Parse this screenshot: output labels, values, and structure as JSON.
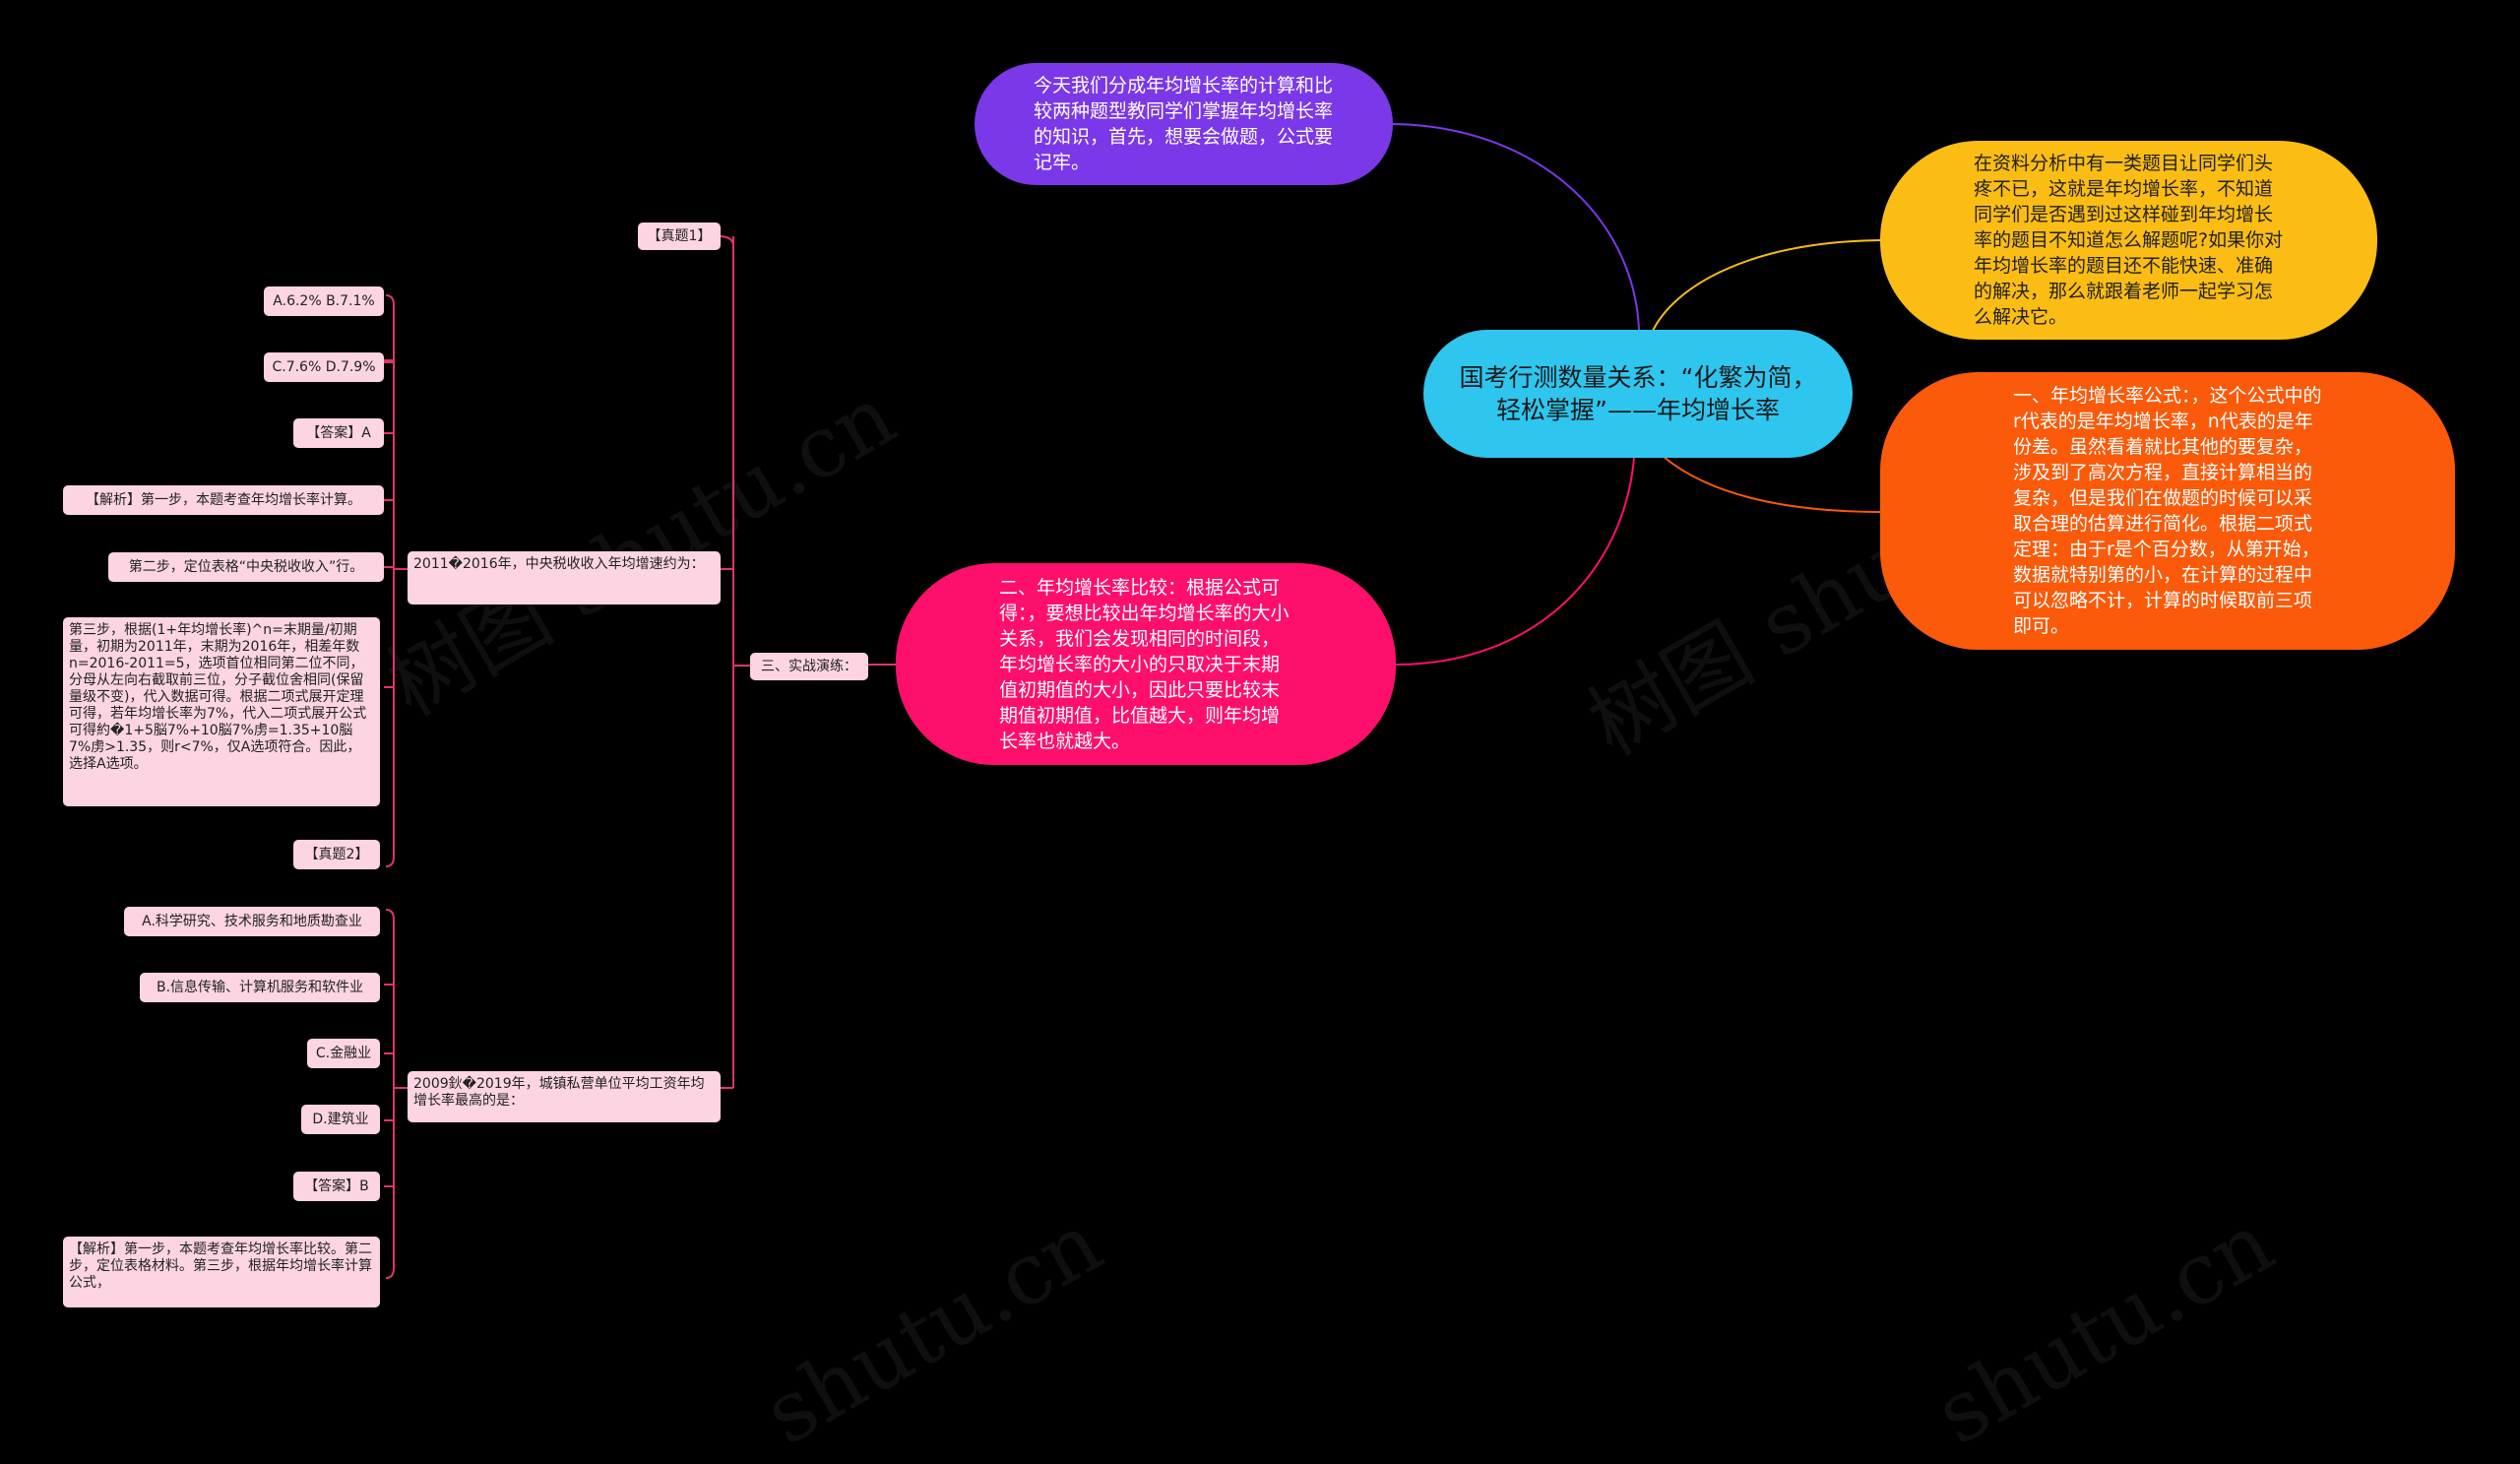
{
  "central": "国考行测数量关系：“化繁为简，轻松掌握”——年均增长率",
  "branches": {
    "purple": "今天我们分成年均增长率的计算和比较两种题型教同学们掌握年均增长率的知识，首先，想要会做题，公式要记牢。",
    "yellow": "在资料分析中有一类题目让同学们头疼不已，这就是年均增长率，不知道同学们是否遇到过这样碰到年均增长率的题目不知道怎么解题呢?如果你对年均增长率的题目还不能快速、准确的解决，那么就跟着老师一起学习怎么解决它。",
    "orange": "一、年均增长率公式：，这个公式中的r代表的是年均增长率，n代表的是年份差。虽然看着就比其他的要复杂，涉及到了高次方程，直接计算相当的复杂，但是我们在做题的时候可以采取合理的估算进行简化。根据二项式定理：由于r是个百分数，从第开始，数据就特别第的小，在计算的过程中可以忽略不计，计算的时候取前三项即可。",
    "pink": "二、年均增长率比较：根据公式可得：，要想比较出年均增长率的大小关系，我们会发现相同的时间段，年均增长率的大小的只取决于末期值初期值的大小，因此只要比较末期值初期值，比值越大，则年均增长率也就越大。"
  },
  "practice": {
    "label": "三、实战演练：",
    "q1_tag": "【真题1】",
    "q1_stem": "2011�2016年，中央税收收入年均增速约为：",
    "q1_leaves": [
      "A.6.2% B.7.1%",
      "C.7.6% D.7.9%",
      "【答案】A",
      "【解析】第一步，本题考查年均增长率计算。",
      "第二步，定位表格“中央税收收入”行。",
      "第三步，根据(1+年均增长率)^n=末期量/初期量，初期为2011年，末期为2016年，相差年数n=2016-2011=5，选项首位相同第二位不同，分母从左向右截取前三位，分子截位舍相同(保留量级不变)，代入数据可得。根据二项式展开定理可得，若年均增长率为7%，代入二项式展开公式可得約�1+5脳7%+10脳7%虏=1.35+10脳7%虏>1.35，则r<7%，仅A选项符合。因此，选择A选项。",
      "【真题2】"
    ],
    "q2_stem": "2009鈥�2019年，城镇私营单位平均工资年均增长率最高的是：",
    "q2_leaves": [
      "A.科学研究、技术服务和地质勘查业",
      "B.信息传输、计算机服务和软件业",
      "C.金融业",
      "D.建筑业",
      "【答案】B",
      "【解析】第一步，本题考查年均增长率比较。第二步，定位表格材料。第三步，根据年均增长率计算公式，"
    ]
  },
  "watermark": [
    "树图 shutu.cn",
    "树图 shutu.cn",
    "shutu.cn",
    "shutu.cn"
  ],
  "colors": {
    "central": "#2ec6ef",
    "purple": "#7b38e8",
    "yellow": "#fbbd14",
    "orange": "#fa5a0a",
    "pink": "#ff0f6c",
    "leaf": "#fcd4e2",
    "leaf_line": "#e0346a"
  }
}
